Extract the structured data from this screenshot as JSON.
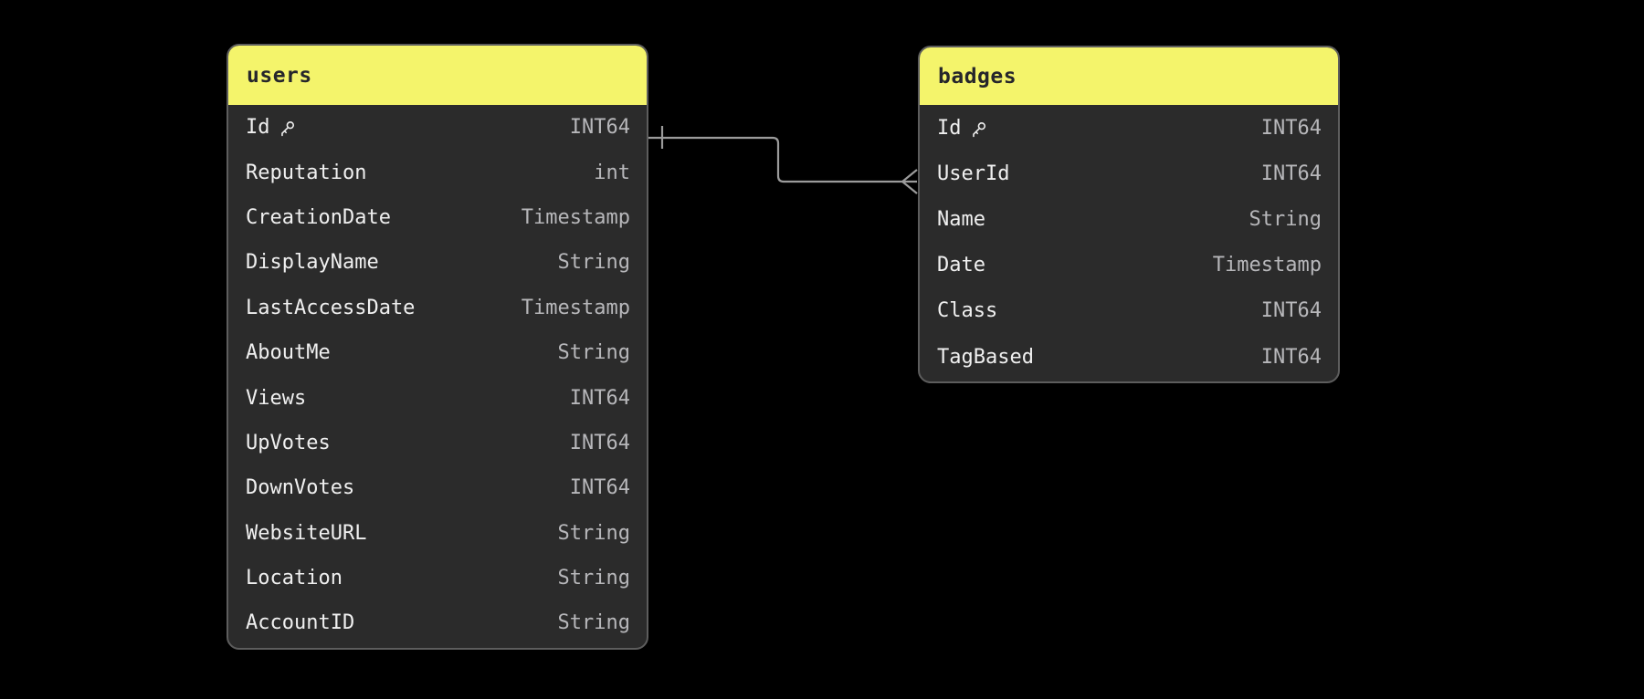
{
  "canvas": {
    "background": "#000000"
  },
  "colors": {
    "table_header": "#f4f46b",
    "table_body": "#2b2b2b",
    "table_border": "#5d5d5d",
    "field_name_text": "#f0f0f0",
    "field_type_text": "#b7b7ba",
    "header_text": "#26262b",
    "relationship_line": "#9b9b9b"
  },
  "tables": [
    {
      "name": "users",
      "fields": [
        {
          "name": "Id",
          "type": "INT64",
          "primary_key": true
        },
        {
          "name": "Reputation",
          "type": "int",
          "primary_key": false
        },
        {
          "name": "CreationDate",
          "type": "Timestamp",
          "primary_key": false
        },
        {
          "name": "DisplayName",
          "type": "String",
          "primary_key": false
        },
        {
          "name": "LastAccessDate",
          "type": "Timestamp",
          "primary_key": false
        },
        {
          "name": "AboutMe",
          "type": "String",
          "primary_key": false
        },
        {
          "name": "Views",
          "type": "INT64",
          "primary_key": false
        },
        {
          "name": "UpVotes",
          "type": "INT64",
          "primary_key": false
        },
        {
          "name": "DownVotes",
          "type": "INT64",
          "primary_key": false
        },
        {
          "name": "WebsiteURL",
          "type": "String",
          "primary_key": false
        },
        {
          "name": "Location",
          "type": "String",
          "primary_key": false
        },
        {
          "name": "AccountID",
          "type": "String",
          "primary_key": false
        }
      ]
    },
    {
      "name": "badges",
      "fields": [
        {
          "name": "Id",
          "type": "INT64",
          "primary_key": true
        },
        {
          "name": "UserId",
          "type": "INT64",
          "primary_key": false
        },
        {
          "name": "Name",
          "type": "String",
          "primary_key": false
        },
        {
          "name": "Date",
          "type": "Timestamp",
          "primary_key": false
        },
        {
          "name": "Class",
          "type": "INT64",
          "primary_key": false
        },
        {
          "name": "TagBased",
          "type": "INT64",
          "primary_key": false
        }
      ]
    }
  ],
  "relationship": {
    "from_table": "users",
    "from_field": "Id",
    "to_table": "badges",
    "to_field": "UserId",
    "cardinality": "one-to-many"
  }
}
